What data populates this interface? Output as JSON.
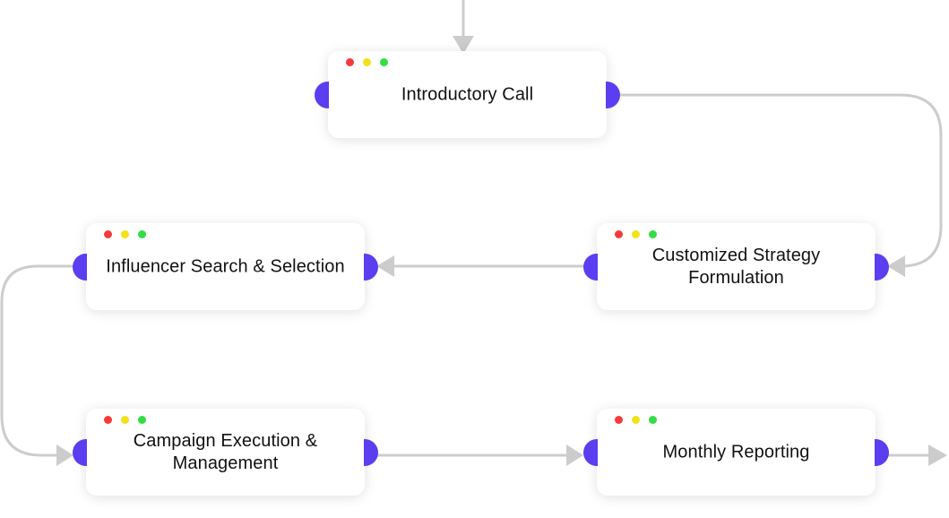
{
  "colors": {
    "connector": "#cccccc",
    "port": "#5b3ef0",
    "dot_red": "#f33b3b",
    "dot_yellow": "#f2e21a",
    "dot_green": "#33dd44",
    "card_background": "#ffffff",
    "text": "#111111"
  },
  "steps": [
    {
      "id": "introductory-call",
      "label": "Introductory Call"
    },
    {
      "id": "customized-strategy",
      "label": "Customized Strategy Formulation"
    },
    {
      "id": "influencer-search",
      "label": "Influencer Search & Selection"
    },
    {
      "id": "campaign-execution",
      "label": "Campaign Execution & Management"
    },
    {
      "id": "monthly-reporting",
      "label": "Monthly Reporting"
    }
  ]
}
